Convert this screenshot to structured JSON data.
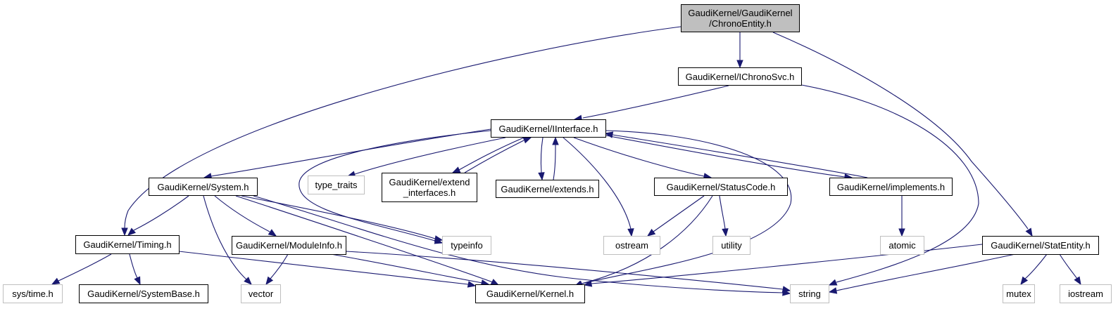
{
  "diagram": {
    "title": "Include dependency graph for ChronoEntity.h",
    "colors": {
      "edge": "#191970",
      "root_fill": "#bfbfbf",
      "local_border": "#000000",
      "system_border": "#bfbfbf"
    },
    "nodes": [
      {
        "id": "chronoentity",
        "label": "GaudiKernel/GaudiKernel\n/ChronoEntity.h",
        "kind": "root"
      },
      {
        "id": "ichronosvc",
        "label": "GaudiKernel/IChronoSvc.h",
        "kind": "local"
      },
      {
        "id": "iinterface",
        "label": "GaudiKernel/IInterface.h",
        "kind": "local"
      },
      {
        "id": "system",
        "label": "GaudiKernel/System.h",
        "kind": "local"
      },
      {
        "id": "type_traits",
        "label": "type_traits",
        "kind": "system"
      },
      {
        "id": "extend_interfaces",
        "label": "GaudiKernel/extend\n_interfaces.h",
        "kind": "local"
      },
      {
        "id": "extends",
        "label": "GaudiKernel/extends.h",
        "kind": "local"
      },
      {
        "id": "statuscode",
        "label": "GaudiKernel/StatusCode.h",
        "kind": "local"
      },
      {
        "id": "implements",
        "label": "GaudiKernel/implements.h",
        "kind": "local"
      },
      {
        "id": "timing",
        "label": "GaudiKernel/Timing.h",
        "kind": "local"
      },
      {
        "id": "typeinfo",
        "label": "typeinfo",
        "kind": "system"
      },
      {
        "id": "moduleinfo",
        "label": "GaudiKernel/ModuleInfo.h",
        "kind": "local"
      },
      {
        "id": "ostream",
        "label": "ostream",
        "kind": "system"
      },
      {
        "id": "utility",
        "label": "utility",
        "kind": "system"
      },
      {
        "id": "atomic",
        "label": "atomic",
        "kind": "system"
      },
      {
        "id": "statentity",
        "label": "GaudiKernel/StatEntity.h",
        "kind": "local"
      },
      {
        "id": "systime",
        "label": "sys/time.h",
        "kind": "system"
      },
      {
        "id": "systembase",
        "label": "GaudiKernel/SystemBase.h",
        "kind": "local"
      },
      {
        "id": "vector",
        "label": "vector",
        "kind": "system"
      },
      {
        "id": "kernel",
        "label": "GaudiKernel/Kernel.h",
        "kind": "local"
      },
      {
        "id": "string",
        "label": "string",
        "kind": "system"
      },
      {
        "id": "mutex",
        "label": "mutex",
        "kind": "system"
      },
      {
        "id": "iostream",
        "label": "iostream",
        "kind": "system"
      }
    ],
    "edges": [
      {
        "from": "chronoentity",
        "to": "ichronosvc"
      },
      {
        "from": "chronoentity",
        "to": "timing"
      },
      {
        "from": "chronoentity",
        "to": "statentity"
      },
      {
        "from": "ichronosvc",
        "to": "iinterface"
      },
      {
        "from": "ichronosvc",
        "to": "string"
      },
      {
        "from": "iinterface",
        "to": "system"
      },
      {
        "from": "iinterface",
        "to": "type_traits"
      },
      {
        "from": "iinterface",
        "to": "extend_interfaces"
      },
      {
        "from": "iinterface",
        "to": "extends"
      },
      {
        "from": "iinterface",
        "to": "statuscode"
      },
      {
        "from": "iinterface",
        "to": "implements"
      },
      {
        "from": "iinterface",
        "to": "typeinfo"
      },
      {
        "from": "iinterface",
        "to": "ostream"
      },
      {
        "from": "iinterface",
        "to": "kernel"
      },
      {
        "from": "extend_interfaces",
        "to": "iinterface"
      },
      {
        "from": "extends",
        "to": "iinterface"
      },
      {
        "from": "implements",
        "to": "iinterface"
      },
      {
        "from": "implements",
        "to": "atomic"
      },
      {
        "from": "system",
        "to": "timing"
      },
      {
        "from": "system",
        "to": "moduleinfo"
      },
      {
        "from": "system",
        "to": "vector"
      },
      {
        "from": "system",
        "to": "typeinfo"
      },
      {
        "from": "system",
        "to": "kernel"
      },
      {
        "from": "system",
        "to": "string"
      },
      {
        "from": "statuscode",
        "to": "ostream"
      },
      {
        "from": "statuscode",
        "to": "utility"
      },
      {
        "from": "statuscode",
        "to": "kernel"
      },
      {
        "from": "timing",
        "to": "systime"
      },
      {
        "from": "timing",
        "to": "systembase"
      },
      {
        "from": "timing",
        "to": "kernel"
      },
      {
        "from": "moduleinfo",
        "to": "vector"
      },
      {
        "from": "moduleinfo",
        "to": "kernel"
      },
      {
        "from": "moduleinfo",
        "to": "string"
      },
      {
        "from": "statentity",
        "to": "kernel"
      },
      {
        "from": "statentity",
        "to": "string"
      },
      {
        "from": "statentity",
        "to": "mutex"
      },
      {
        "from": "statentity",
        "to": "iostream"
      }
    ]
  }
}
